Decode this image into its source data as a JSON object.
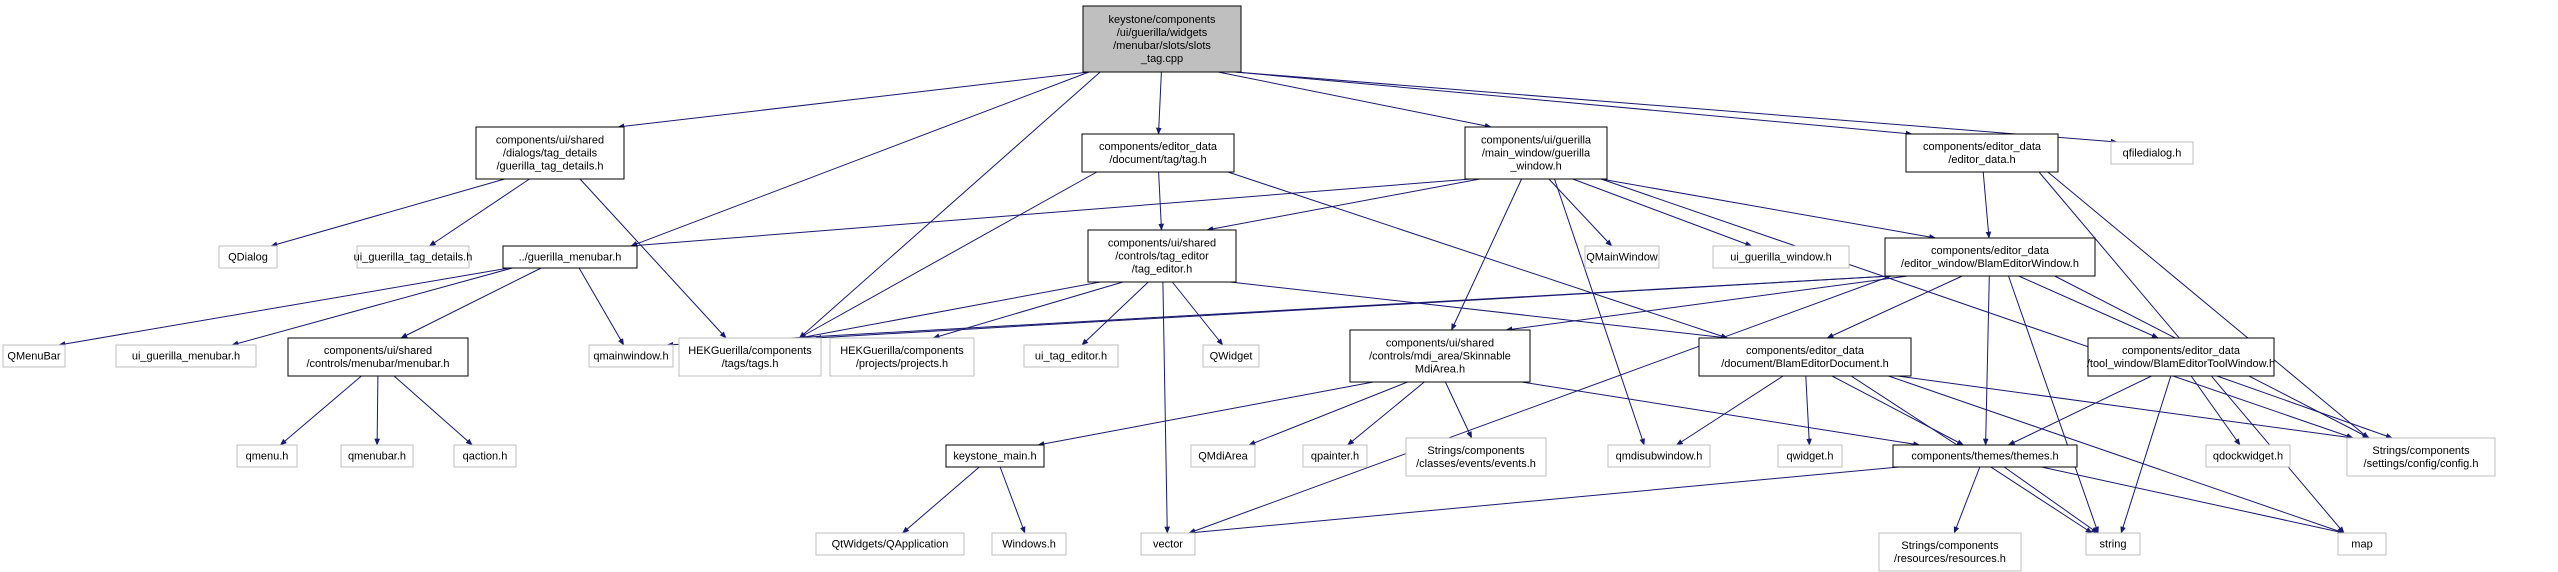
{
  "diagram": {
    "nodes": [
      {
        "id": "root",
        "kind": "root",
        "lines": [
          "keystone/components",
          "/ui/guerilla/widgets",
          "/menubar/slots/slots",
          "_tag.cpp"
        ]
      },
      {
        "id": "tag_details",
        "kind": "doc",
        "lines": [
          "components/ui/shared",
          "/dialogs/tag_details",
          "/guerilla_tag_details.h"
        ]
      },
      {
        "id": "tag_h",
        "kind": "doc",
        "lines": [
          "components/editor_data",
          "/document/tag/tag.h"
        ]
      },
      {
        "id": "main_window",
        "kind": "doc",
        "lines": [
          "components/ui/guerilla",
          "/main_window/guerilla",
          "_window.h"
        ]
      },
      {
        "id": "editor_data_h",
        "kind": "doc",
        "lines": [
          "components/editor_data",
          "/editor_data.h"
        ]
      },
      {
        "id": "qfiledialog",
        "kind": "ext",
        "lines": [
          "qfiledialog.h"
        ]
      },
      {
        "id": "qdialog",
        "kind": "ext",
        "lines": [
          "QDialog"
        ]
      },
      {
        "id": "ui_tag_details",
        "kind": "ext",
        "lines": [
          "ui_guerilla_tag_details.h"
        ]
      },
      {
        "id": "guerilla_menubar",
        "kind": "doc",
        "lines": [
          "../guerilla_menubar.h"
        ]
      },
      {
        "id": "tag_editor",
        "kind": "doc",
        "lines": [
          "components/ui/shared",
          "/controls/tag_editor",
          "/tag_editor.h"
        ]
      },
      {
        "id": "qmainwindow_cap",
        "kind": "ext",
        "lines": [
          "QMainWindow"
        ]
      },
      {
        "id": "ui_guerilla_window",
        "kind": "ext",
        "lines": [
          "ui_guerilla_window.h"
        ]
      },
      {
        "id": "blam_editor_window",
        "kind": "doc",
        "lines": [
          "components/editor_data",
          "/editor_window/BlamEditorWindow.h"
        ]
      },
      {
        "id": "qmenubar_cap",
        "kind": "ext",
        "lines": [
          "QMenuBar"
        ]
      },
      {
        "id": "ui_guerilla_menubar",
        "kind": "ext",
        "lines": [
          "ui_guerilla_menubar.h"
        ]
      },
      {
        "id": "menubar_h",
        "kind": "doc",
        "lines": [
          "components/ui/shared",
          "/controls/menubar/menubar.h"
        ]
      },
      {
        "id": "qmainwindow",
        "kind": "ext",
        "lines": [
          "qmainwindow.h"
        ]
      },
      {
        "id": "tags_h",
        "kind": "ext",
        "lines": [
          "HEKGuerilla/components",
          "/tags/tags.h"
        ]
      },
      {
        "id": "projects_h",
        "kind": "ext",
        "lines": [
          "HEKGuerilla/components",
          "/projects/projects.h"
        ]
      },
      {
        "id": "ui_tag_editor",
        "kind": "ext",
        "lines": [
          "ui_tag_editor.h"
        ]
      },
      {
        "id": "qwidget_cap",
        "kind": "ext",
        "lines": [
          "QWidget"
        ]
      },
      {
        "id": "skinnable",
        "kind": "doc",
        "lines": [
          "components/ui/shared",
          "/controls/mdi_area/Skinnable",
          "MdiArea.h"
        ]
      },
      {
        "id": "blam_editor_document",
        "kind": "doc",
        "lines": [
          "components/editor_data",
          "/document/BlamEditorDocument.h"
        ]
      },
      {
        "id": "tool_window",
        "kind": "doc",
        "lines": [
          "components/editor_data",
          "/tool_window/BlamEditorToolWindow.h"
        ]
      },
      {
        "id": "qmenu",
        "kind": "ext",
        "lines": [
          "qmenu.h"
        ]
      },
      {
        "id": "qmenubar",
        "kind": "ext",
        "lines": [
          "qmenubar.h"
        ]
      },
      {
        "id": "qaction",
        "kind": "ext",
        "lines": [
          "qaction.h"
        ]
      },
      {
        "id": "keystone_main",
        "kind": "doc",
        "lines": [
          "keystone_main.h"
        ]
      },
      {
        "id": "qmdiarea",
        "kind": "ext",
        "lines": [
          "QMdiArea"
        ]
      },
      {
        "id": "qpainter",
        "kind": "ext",
        "lines": [
          "qpainter.h"
        ]
      },
      {
        "id": "events_h",
        "kind": "ext",
        "lines": [
          "Strings/components",
          "/classes/events/events.h"
        ]
      },
      {
        "id": "qmdisubwindow",
        "kind": "ext",
        "lines": [
          "qmdisubwindow.h"
        ]
      },
      {
        "id": "qwidget",
        "kind": "ext",
        "lines": [
          "qwidget.h"
        ]
      },
      {
        "id": "themes_h",
        "kind": "doc",
        "lines": [
          "components/themes/themes.h"
        ]
      },
      {
        "id": "qdockwidget",
        "kind": "ext",
        "lines": [
          "qdockwidget.h"
        ]
      },
      {
        "id": "config_h",
        "kind": "ext",
        "lines": [
          "Strings/components",
          "/settings/config/config.h"
        ]
      },
      {
        "id": "qapplication",
        "kind": "ext",
        "lines": [
          "QtWidgets/QApplication"
        ]
      },
      {
        "id": "windows_h",
        "kind": "ext",
        "lines": [
          "Windows.h"
        ]
      },
      {
        "id": "vector",
        "kind": "ext",
        "lines": [
          "vector"
        ]
      },
      {
        "id": "resources_h",
        "kind": "ext",
        "lines": [
          "Strings/components",
          "/resources/resources.h"
        ]
      },
      {
        "id": "string",
        "kind": "ext",
        "lines": [
          "string"
        ]
      },
      {
        "id": "map",
        "kind": "ext",
        "lines": [
          "map"
        ]
      }
    ],
    "edges": [
      [
        "root",
        "tag_details"
      ],
      [
        "root",
        "tag_h"
      ],
      [
        "root",
        "main_window"
      ],
      [
        "root",
        "editor_data_h"
      ],
      [
        "root",
        "qfiledialog"
      ],
      [
        "root",
        "guerilla_menubar"
      ],
      [
        "root",
        "tags_h"
      ],
      [
        "tag_details",
        "qdialog"
      ],
      [
        "tag_details",
        "ui_tag_details"
      ],
      [
        "tag_details",
        "tags_h"
      ],
      [
        "tag_h",
        "tag_editor"
      ],
      [
        "tag_h",
        "tags_h"
      ],
      [
        "tag_h",
        "blam_editor_document"
      ],
      [
        "main_window",
        "guerilla_menubar"
      ],
      [
        "main_window",
        "tag_editor"
      ],
      [
        "main_window",
        "qmainwindow_cap"
      ],
      [
        "main_window",
        "ui_guerilla_window"
      ],
      [
        "main_window",
        "blam_editor_window"
      ],
      [
        "main_window",
        "skinnable"
      ],
      [
        "main_window",
        "qmdisubwindow"
      ],
      [
        "main_window",
        "config_h"
      ],
      [
        "editor_data_h",
        "blam_editor_window"
      ],
      [
        "editor_data_h",
        "config_h"
      ],
      [
        "editor_data_h",
        "map"
      ],
      [
        "guerilla_menubar",
        "qmenubar_cap"
      ],
      [
        "guerilla_menubar",
        "ui_guerilla_menubar"
      ],
      [
        "guerilla_menubar",
        "menubar_h"
      ],
      [
        "guerilla_menubar",
        "qmainwindow"
      ],
      [
        "menubar_h",
        "qmenu"
      ],
      [
        "menubar_h",
        "qmenubar"
      ],
      [
        "menubar_h",
        "qaction"
      ],
      [
        "tag_editor",
        "tags_h"
      ],
      [
        "tag_editor",
        "projects_h"
      ],
      [
        "tag_editor",
        "ui_tag_editor"
      ],
      [
        "tag_editor",
        "qwidget_cap"
      ],
      [
        "tag_editor",
        "vector"
      ],
      [
        "tag_editor",
        "blam_editor_document"
      ],
      [
        "blam_editor_window",
        "qmainwindow"
      ],
      [
        "blam_editor_window",
        "tags_h"
      ],
      [
        "blam_editor_window",
        "skinnable"
      ],
      [
        "blam_editor_window",
        "blam_editor_document"
      ],
      [
        "blam_editor_window",
        "tool_window"
      ],
      [
        "blam_editor_window",
        "themes_h"
      ],
      [
        "blam_editor_window",
        "string"
      ],
      [
        "blam_editor_window",
        "config_h"
      ],
      [
        "blam_editor_window",
        "vector"
      ],
      [
        "skinnable",
        "keystone_main"
      ],
      [
        "skinnable",
        "qmdiarea"
      ],
      [
        "skinnable",
        "qpainter"
      ],
      [
        "skinnable",
        "events_h"
      ],
      [
        "skinnable",
        "themes_h"
      ],
      [
        "blam_editor_document",
        "qmdisubwindow"
      ],
      [
        "blam_editor_document",
        "qwidget"
      ],
      [
        "blam_editor_document",
        "themes_h"
      ],
      [
        "blam_editor_document",
        "config_h"
      ],
      [
        "blam_editor_document",
        "string"
      ],
      [
        "blam_editor_document",
        "map"
      ],
      [
        "tool_window",
        "themes_h"
      ],
      [
        "tool_window",
        "qdockwidget"
      ],
      [
        "tool_window",
        "config_h"
      ],
      [
        "tool_window",
        "string"
      ],
      [
        "keystone_main",
        "qapplication"
      ],
      [
        "keystone_main",
        "windows_h"
      ],
      [
        "themes_h",
        "vector"
      ],
      [
        "themes_h",
        "resources_h"
      ],
      [
        "themes_h",
        "string"
      ],
      [
        "themes_h",
        "map"
      ]
    ]
  },
  "colors": {
    "edge": "#191970",
    "root_fill": "#bfbfbf",
    "doc_border": "#000000",
    "ext_border": "#bfbfbf",
    "ext_text": "#000000"
  }
}
